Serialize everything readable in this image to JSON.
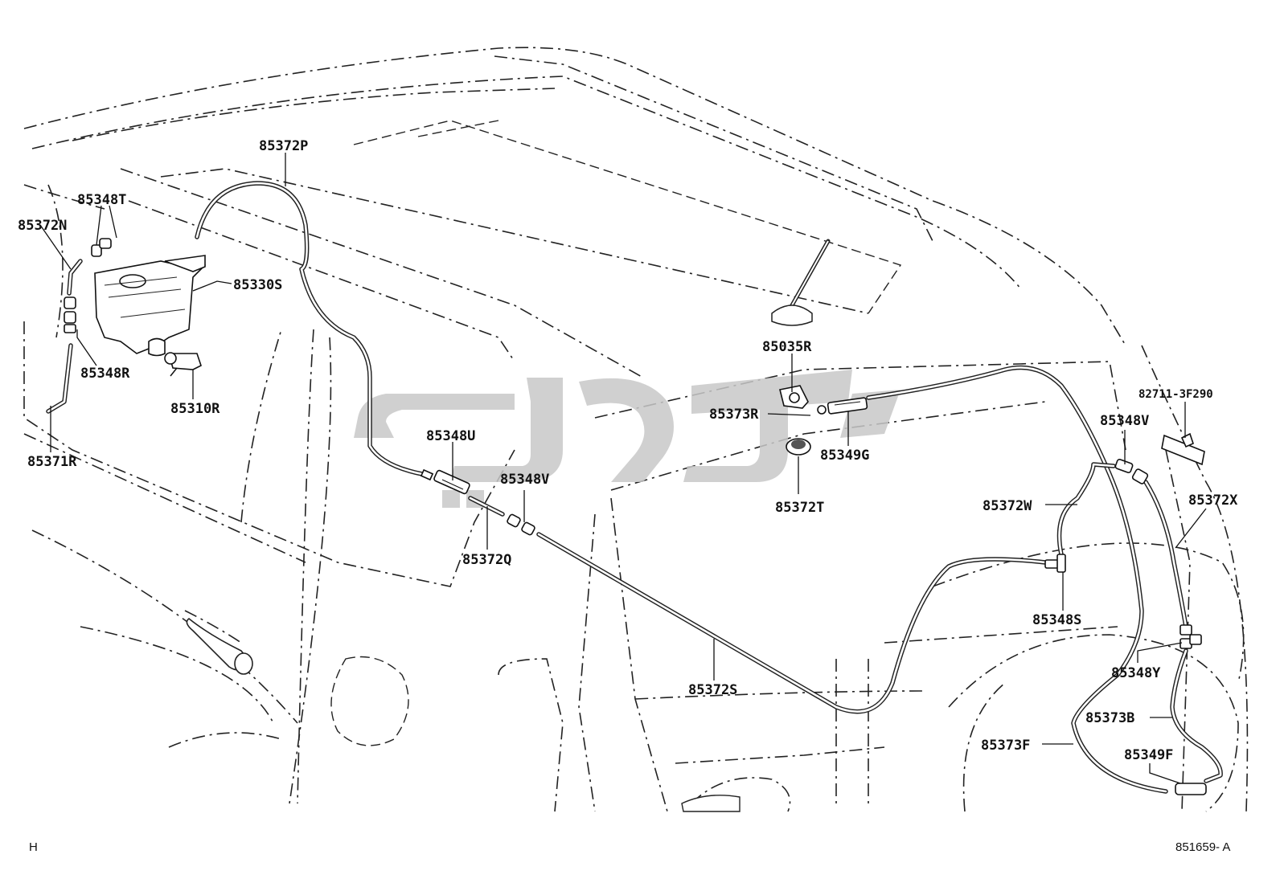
{
  "diagram": {
    "labels": [
      {
        "id": "p85372P",
        "text": "85372P"
      },
      {
        "id": "p85348T",
        "text": "85348T"
      },
      {
        "id": "p85372N",
        "text": "85372N"
      },
      {
        "id": "p85330S",
        "text": "85330S"
      },
      {
        "id": "p85348R",
        "text": "85348R"
      },
      {
        "id": "p85310R",
        "text": "85310R"
      },
      {
        "id": "p85371R",
        "text": "85371R"
      },
      {
        "id": "p85348U",
        "text": "85348U"
      },
      {
        "id": "p85348V_a",
        "text": "85348V"
      },
      {
        "id": "p85372Q",
        "text": "85372Q"
      },
      {
        "id": "p85035R",
        "text": "85035R"
      },
      {
        "id": "p85373R",
        "text": "85373R"
      },
      {
        "id": "p85349G",
        "text": "85349G"
      },
      {
        "id": "p85372T",
        "text": "85372T"
      },
      {
        "id": "p82711",
        "text": "82711-3F290"
      },
      {
        "id": "p85348V_b",
        "text": "85348V"
      },
      {
        "id": "p85372W",
        "text": "85372W"
      },
      {
        "id": "p85372X",
        "text": "85372X"
      },
      {
        "id": "p85348S",
        "text": "85348S"
      },
      {
        "id": "p85348Y",
        "text": "85348Y"
      },
      {
        "id": "p85372S",
        "text": "85372S"
      },
      {
        "id": "p85373B",
        "text": "85373B"
      },
      {
        "id": "p85373F",
        "text": "85373F"
      },
      {
        "id": "p85349F",
        "text": "85349F"
      }
    ],
    "corner_left": "H",
    "corner_right": "851659- A",
    "watermark_color": "#c8c8c8",
    "line_color": "#222222"
  }
}
